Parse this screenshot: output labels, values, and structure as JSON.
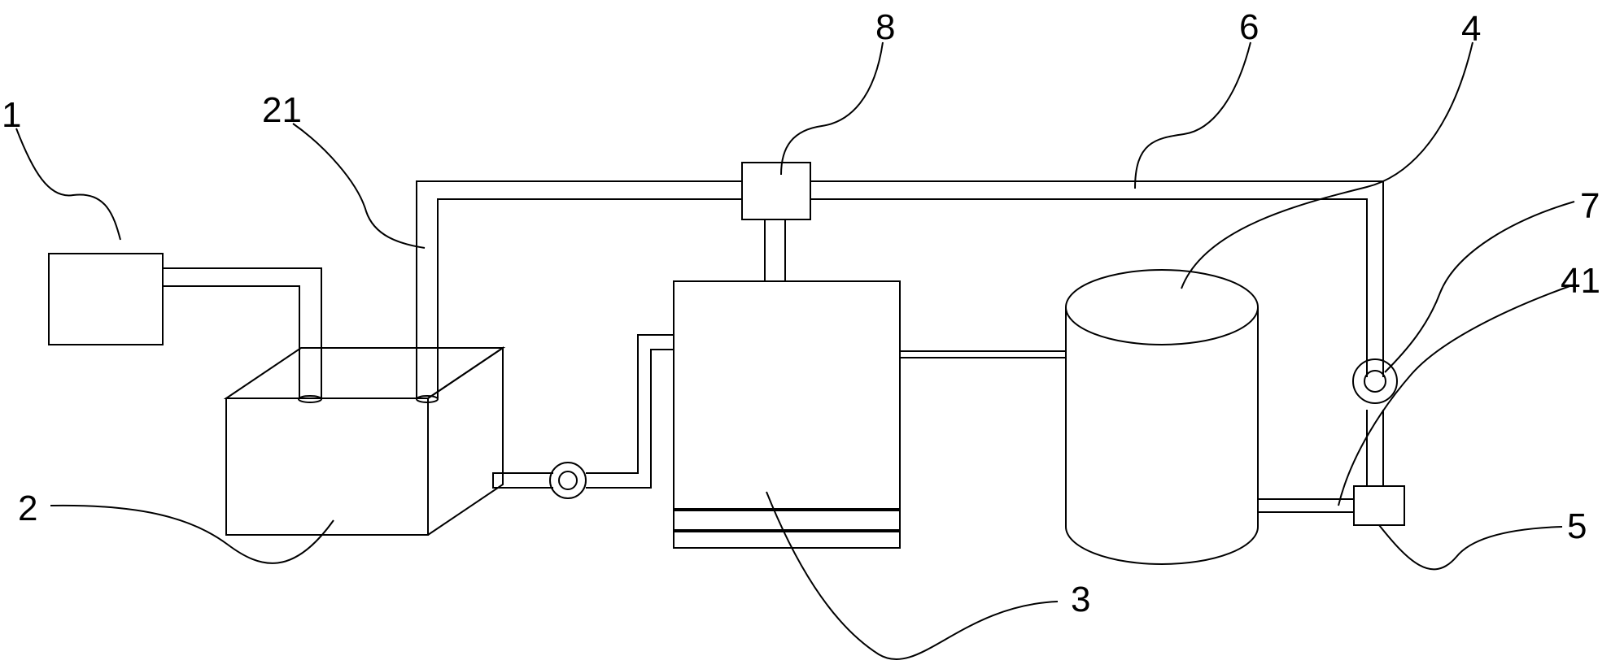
{
  "labels": {
    "l1": "1",
    "l21": "21",
    "l2": "2",
    "l8": "8",
    "l3": "3",
    "l6": "6",
    "l4": "4",
    "l7": "7",
    "l41": "41",
    "l5": "5"
  },
  "colors": {
    "line": "#000000",
    "background": "#ffffff"
  }
}
